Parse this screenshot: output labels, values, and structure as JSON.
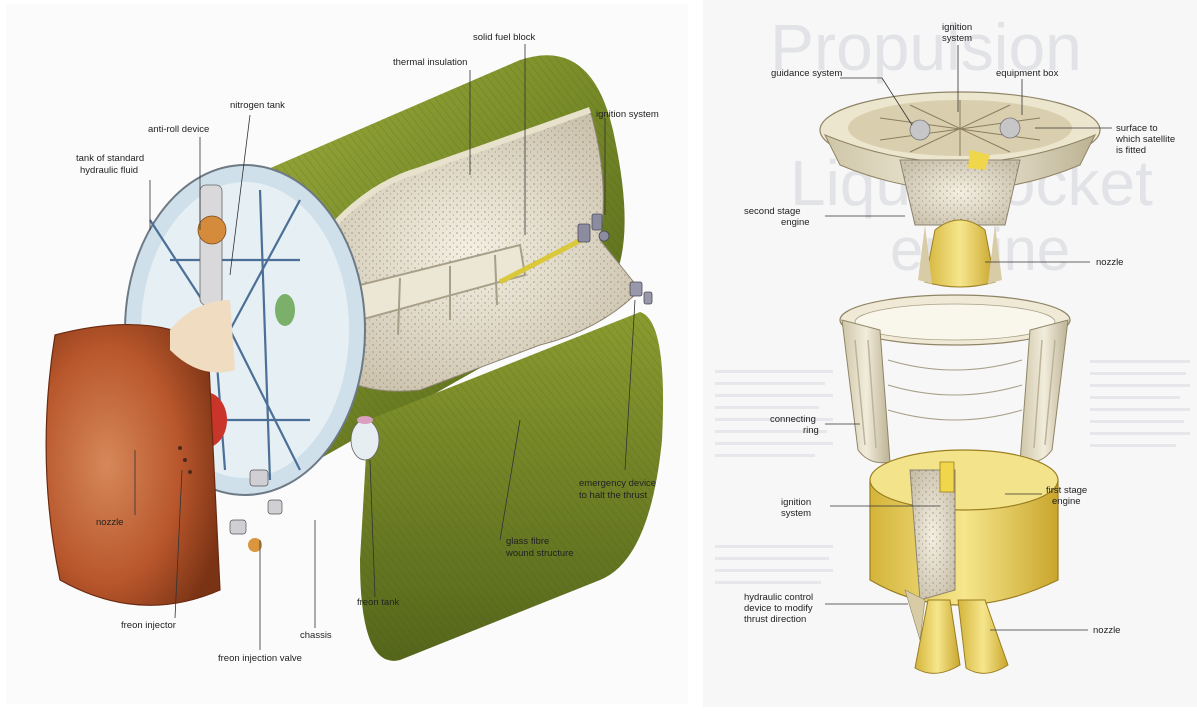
{
  "left_panel": {
    "labels": {
      "solid_fuel_block": "solid fuel block",
      "thermal_insulation": "thermal insulation",
      "nitrogen_tank": "nitrogen tank",
      "ignition_system": "ignition system",
      "anti_roll_device": "anti-roll device",
      "tank_standard_hydraulic_1": "tank of standard",
      "tank_standard_hydraulic_2": "hydraulic fluid",
      "emergency_device_1": "emergency device",
      "emergency_device_2": "to halt the thrust",
      "glass_fibre_1": "glass fibre",
      "glass_fibre_2": "wound structure",
      "nozzle": "nozzle",
      "freon_tank": "freon tank",
      "freon_injector": "freon injector",
      "chassis": "chassis",
      "freon_injection_valve": "freon injection valve"
    }
  },
  "right_panel": {
    "background_text": {
      "heading_1": "Propulsion",
      "heading_2": "Liquid rocket",
      "heading_3": "engine"
    },
    "labels": {
      "ignition_system_top_1": "ignition",
      "ignition_system_top_2": "system",
      "guidance_system": "guidance system",
      "equipment_box": "equipment box",
      "surface_satellite_1": "surface to",
      "surface_satellite_2": "which satellite",
      "surface_satellite_3": "is fitted",
      "second_stage_1": "second stage",
      "second_stage_2": "engine",
      "nozzle_upper": "nozzle",
      "connecting_ring_1": "connecting",
      "connecting_ring_2": "ring",
      "ignition_system_lower_1": "ignition",
      "ignition_system_lower_2": "system",
      "first_stage_1": "first stage",
      "first_stage_2": "engine",
      "hydraulic_control_1": "hydraulic control",
      "hydraulic_control_2": "device to modify",
      "hydraulic_control_3": "thrust direction",
      "nozzle_lower": "nozzle"
    }
  }
}
